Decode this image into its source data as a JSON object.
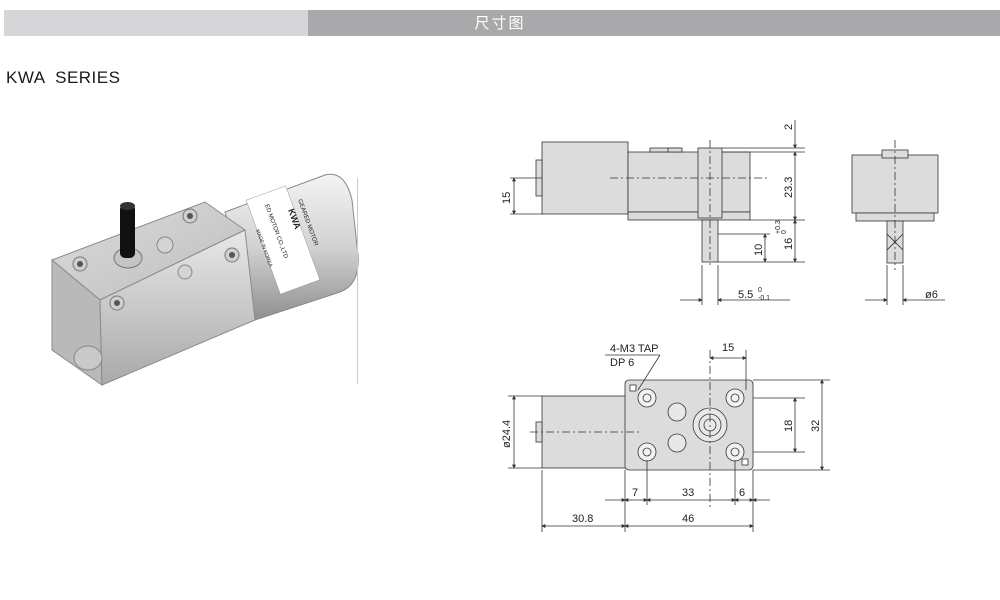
{
  "banner": {
    "title": "尺寸图"
  },
  "series": {
    "title": "KWA  SERIES"
  },
  "photo": {
    "label_brand": "KWA",
    "label_line1": "GEARED MOTOR",
    "label_line2": "ED MOTOR CO.,LTD",
    "label_line3": "MADE IN KOREA"
  },
  "drawing": {
    "dim_2": "2",
    "dim_23_3": "23.3",
    "dim_15_left": "15",
    "dim_16": "16",
    "dim_16_tol": "+0.3",
    "dim_16_tol2": "0",
    "dim_10": "10",
    "dim_5_5": "5.5",
    "dim_5_5_tol1": "0",
    "dim_5_5_tol2": "-0.1",
    "dim_phi6": "ø6",
    "tap_line1": "4-M3 TAP",
    "tap_line2": "DP 6",
    "dim_15_top": "15",
    "dim_phi24_4": "ø24.4",
    "dim_18": "18",
    "dim_32": "32",
    "dim_7": "7",
    "dim_33": "33",
    "dim_6": "6",
    "dim_30_8": "30.8",
    "dim_46": "46"
  }
}
